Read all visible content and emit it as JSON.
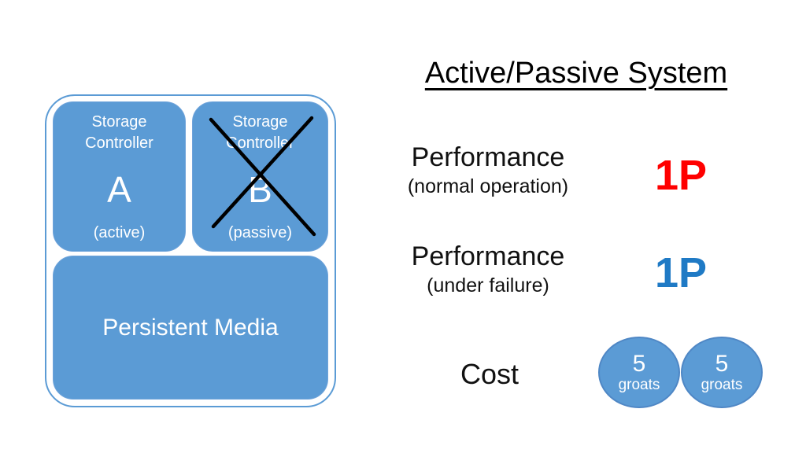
{
  "slide": {
    "title": "Active/Passive System",
    "colors": {
      "box_blue": "#5B9BD5",
      "outer_border_blue": "#5B9BD5",
      "value_red": "#FF0000",
      "value_blue": "#1F7AC5",
      "text_white": "#FFFFFF",
      "text_black": "#111111",
      "cross_black": "#000000"
    },
    "diagram": {
      "controller_a": {
        "title": "Storage Controller",
        "letter": "A",
        "sub": "(active)"
      },
      "controller_b": {
        "title": "Storage Controller",
        "letter": "B",
        "sub": "(passive)",
        "crossed_out": true
      },
      "persistent_media": {
        "label": "Persistent Media"
      }
    },
    "metrics": [
      {
        "label": "Performance",
        "sublabel": "(normal operation)",
        "value": "1P",
        "value_color": "#FF0000"
      },
      {
        "label": "Performance",
        "sublabel": "(under failure)",
        "value": "1P",
        "value_color": "#1F7AC5"
      }
    ],
    "cost": {
      "label": "Cost",
      "tokens": [
        {
          "amount": "5",
          "unit": "groats"
        },
        {
          "amount": "5",
          "unit": "groats"
        }
      ]
    }
  }
}
